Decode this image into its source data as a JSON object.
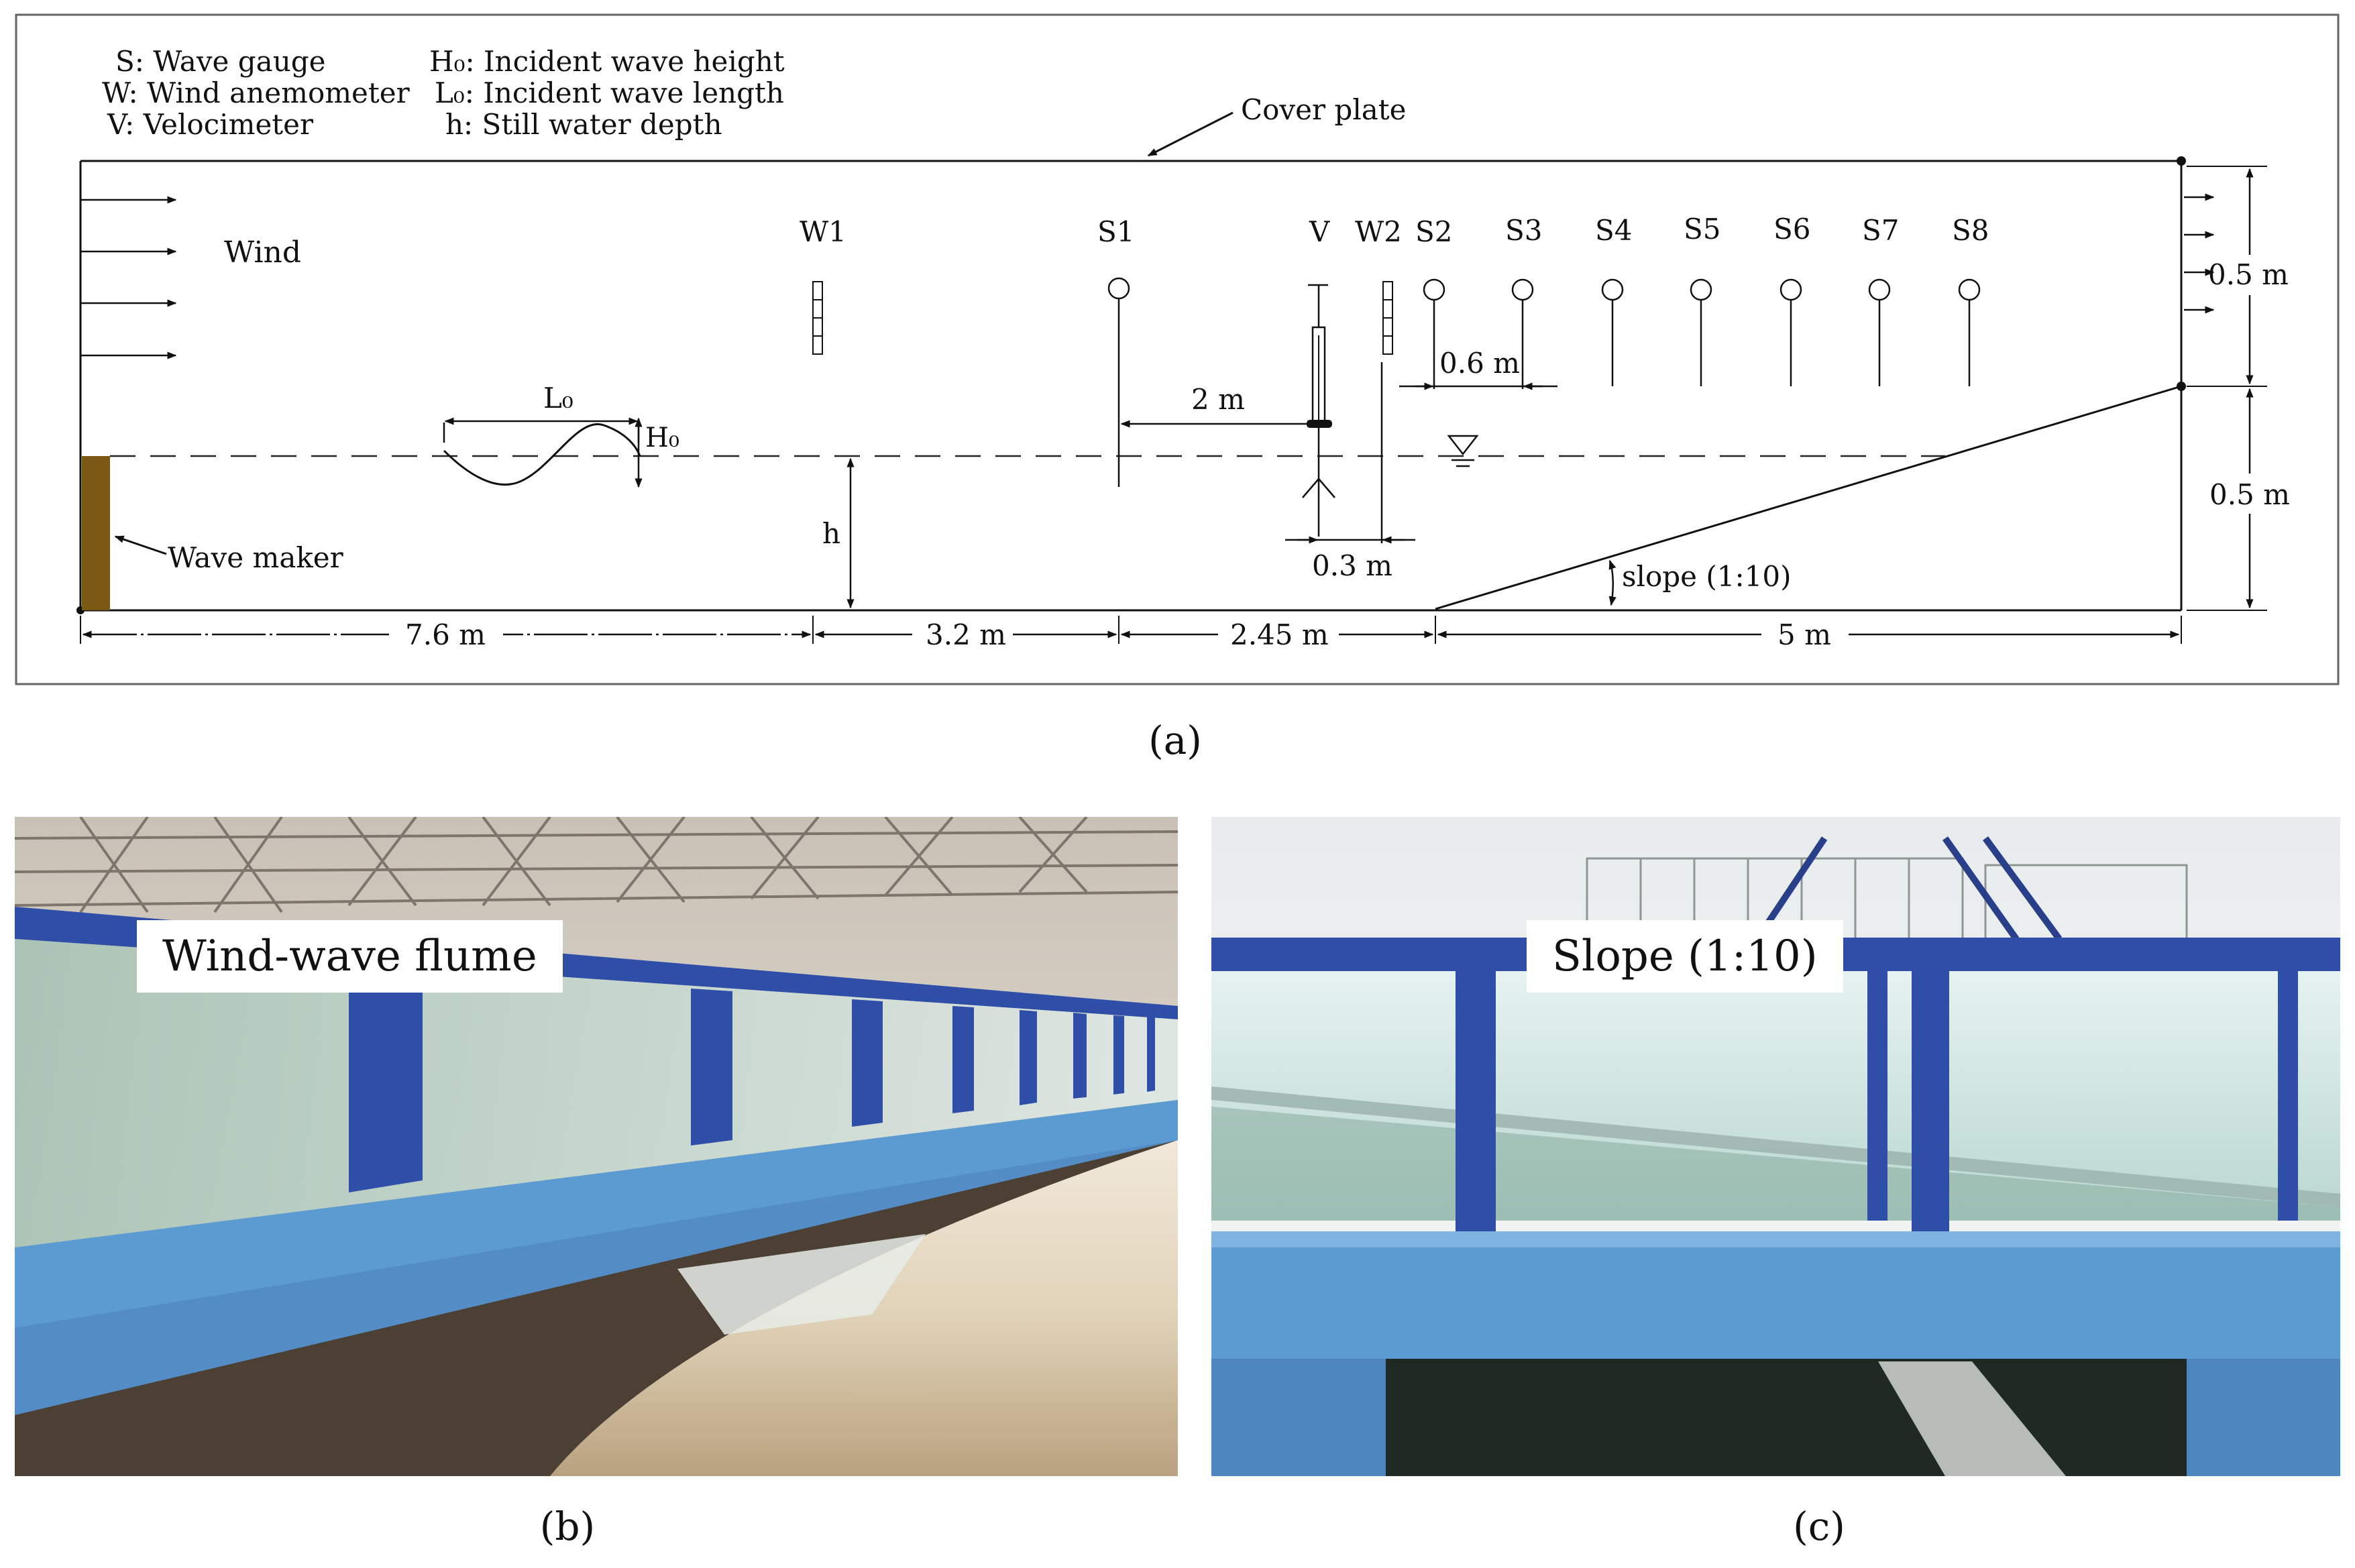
{
  "legend": {
    "s": "S: Wave gauge",
    "w": "W: Wind anemometer",
    "v": "V: Velocimeter",
    "h0": "H₀: Incident wave height",
    "l0": "L₀: Incident wave length",
    "h": "h: Still water depth"
  },
  "labels": {
    "cover_plate": "Cover plate",
    "wind": "Wind",
    "wave_maker": "Wave maker",
    "l0": "L₀",
    "h0": "H₀",
    "h": "h",
    "slope": "slope (1:10)"
  },
  "instruments": [
    "W1",
    "S1",
    "V",
    "W2",
    "S2",
    "S3",
    "S4",
    "S5",
    "S6",
    "S7",
    "S8"
  ],
  "dimensions": {
    "d1": "7.6 m",
    "d2": "3.2 m",
    "d3": "2.45 m",
    "d4": "5 m",
    "two_m": "2 m",
    "point_six": "0.6 m",
    "point_three": "0.3 m",
    "air_height": "0.5 m",
    "water_height": "0.5 m"
  },
  "photos": {
    "b_tag": "Wind-wave flume",
    "c_tag": "Slope (1:10)"
  },
  "captions": {
    "a": "(a)",
    "b": "(b)",
    "c": "(c)"
  },
  "colors": {
    "wave_maker": "#7a5a12",
    "flume_blue": "#2f4ea8",
    "concrete_blue": "#5c9ad2"
  }
}
